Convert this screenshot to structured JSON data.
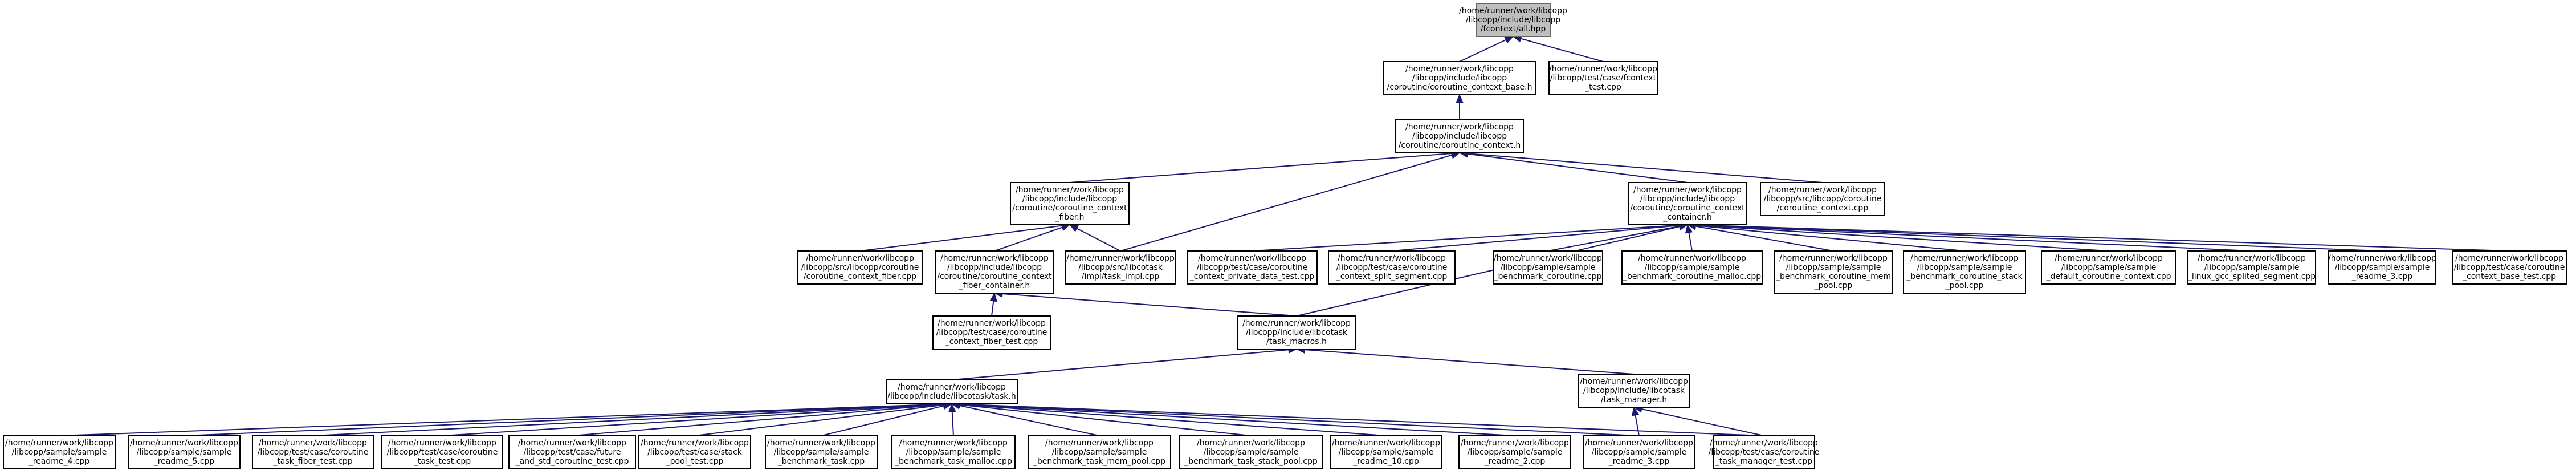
{
  "colors": {
    "edge": "#191970",
    "root_fill": "#bfbfbf",
    "node_stroke": "#000000"
  },
  "nodes": {
    "all_hpp": [
      "/home/runner/work/libcopp",
      "/libcopp/include/libcopp",
      "/fcontext/all.hpp"
    ],
    "ctx_base_h": [
      "/home/runner/work/libcopp",
      "/libcopp/include/libcopp",
      "/coroutine/coroutine_context_base.h"
    ],
    "fcontext_test": [
      "/home/runner/work/libcopp",
      "/libcopp/test/case/fcontext",
      "_test.cpp"
    ],
    "ctx_h": [
      "/home/runner/work/libcopp",
      "/libcopp/include/libcopp",
      "/coroutine/coroutine_context.h"
    ],
    "fiber_h": [
      "/home/runner/work/libcopp",
      "/libcopp/include/libcopp",
      "/coroutine/coroutine_context",
      "_fiber.h"
    ],
    "container_h": [
      "/home/runner/work/libcopp",
      "/libcopp/include/libcopp",
      "/coroutine/coroutine_context",
      "_container.h"
    ],
    "ctx_cpp": [
      "/home/runner/work/libcopp",
      "/libcopp/src/libcopp/coroutine",
      "/coroutine_context.cpp"
    ],
    "fiber_cpp": [
      "/home/runner/work/libcopp",
      "/libcopp/src/libcopp/coroutine",
      "/coroutine_context_fiber.cpp"
    ],
    "fiber_container_h": [
      "/home/runner/work/libcopp",
      "/libcopp/include/libcopp",
      "/coroutine/coroutine_context",
      "_fiber_container.h"
    ],
    "task_impl_cpp": [
      "/home/runner/work/libcopp",
      "/libcopp/src/libcotask",
      "/impl/task_impl.cpp"
    ],
    "private_data_test": [
      "/home/runner/work/libcopp",
      "/libcopp/test/case/coroutine",
      "_context_private_data_test.cpp"
    ],
    "split_segment_test": [
      "/home/runner/work/libcopp",
      "/libcopp/test/case/coroutine",
      "_context_split_segment.cpp"
    ],
    "bench_coroutine": [
      "/home/runner/work/libcopp",
      "/libcopp/sample/sample",
      "_benchmark_coroutine.cpp"
    ],
    "bench_malloc": [
      "/home/runner/work/libcopp",
      "/libcopp/sample/sample",
      "_benchmark_coroutine_malloc.cpp"
    ],
    "bench_mem_pool": [
      "/home/runner/work/libcopp",
      "/libcopp/sample/sample",
      "_benchmark_coroutine_mem",
      "_pool.cpp"
    ],
    "bench_stack_pool": [
      "/home/runner/work/libcopp",
      "/libcopp/sample/sample",
      "_benchmark_coroutine_stack",
      "_pool.cpp"
    ],
    "default_ctx": [
      "/home/runner/work/libcopp",
      "/libcopp/sample/sample",
      "_default_coroutine_context.cpp"
    ],
    "linux_gcc": [
      "/home/runner/work/libcopp",
      "/libcopp/sample/sample",
      "_linux_gcc_splited_segment.cpp"
    ],
    "readme_3": [
      "/home/runner/work/libcopp",
      "/libcopp/sample/sample",
      "_readme_3.cpp"
    ],
    "ctx_base_test": [
      "/home/runner/work/libcopp",
      "/libcopp/test/case/coroutine",
      "_context_base_test.cpp"
    ],
    "fiber_test": [
      "/home/runner/work/libcopp",
      "/libcopp/test/case/coroutine",
      "_context_fiber_test.cpp"
    ],
    "task_macros_h": [
      "/home/runner/work/libcopp",
      "/libcopp/include/libcotask",
      "/task_macros.h"
    ],
    "task_h": [
      "/home/runner/work/libcopp",
      "/libcopp/include/libcotask/task.h"
    ],
    "task_manager_h": [
      "/home/runner/work/libcopp",
      "/libcopp/include/libcotask",
      "/task_manager.h"
    ],
    "readme_4": [
      "/home/runner/work/libcopp",
      "/libcopp/sample/sample",
      "_readme_4.cpp"
    ],
    "readme_5": [
      "/home/runner/work/libcopp",
      "/libcopp/sample/sample",
      "_readme_5.cpp"
    ],
    "task_fiber_test": [
      "/home/runner/work/libcopp",
      "/libcopp/test/case/coroutine",
      "_task_fiber_test.cpp"
    ],
    "task_test": [
      "/home/runner/work/libcopp",
      "/libcopp/test/case/coroutine",
      "_task_test.cpp"
    ],
    "future_test": [
      "/home/runner/work/libcopp",
      "/libcopp/test/case/future",
      "_and_std_coroutine_test.cpp"
    ],
    "stack_pool_test": [
      "/home/runner/work/libcopp",
      "/libcopp/test/case/stack",
      "_pool_test.cpp"
    ],
    "bench_task": [
      "/home/runner/work/libcopp",
      "/libcopp/sample/sample",
      "_benchmark_task.cpp"
    ],
    "bench_task_malloc": [
      "/home/runner/work/libcopp",
      "/libcopp/sample/sample",
      "_benchmark_task_malloc.cpp"
    ],
    "bench_task_mem_pool": [
      "/home/runner/work/libcopp",
      "/libcopp/sample/sample",
      "_benchmark_task_mem_pool.cpp"
    ],
    "bench_task_stack_pool": [
      "/home/runner/work/libcopp",
      "/libcopp/sample/sample",
      "_benchmark_task_stack_pool.cpp"
    ],
    "readme_10": [
      "/home/runner/work/libcopp",
      "/libcopp/sample/sample",
      "_readme_10.cpp"
    ],
    "readme_2": [
      "/home/runner/work/libcopp",
      "/libcopp/sample/sample",
      "_readme_2.cpp"
    ],
    "readme_3b": [
      "/home/runner/work/libcopp",
      "/libcopp/sample/sample",
      "_readme_3.cpp"
    ],
    "task_manager_test": [
      "/home/runner/work/libcopp",
      "/libcopp/test/case/coroutine",
      "_task_manager_test.cpp"
    ]
  },
  "edges": [
    [
      "ctx_base_h",
      "all_hpp"
    ],
    [
      "fcontext_test",
      "all_hpp"
    ],
    [
      "ctx_h",
      "ctx_base_h"
    ],
    [
      "fiber_h",
      "ctx_h"
    ],
    [
      "container_h",
      "ctx_h"
    ],
    [
      "ctx_cpp",
      "ctx_h"
    ],
    [
      "task_impl_cpp",
      "ctx_h"
    ],
    [
      "fiber_cpp",
      "fiber_h"
    ],
    [
      "fiber_container_h",
      "fiber_h"
    ],
    [
      "task_impl_cpp",
      "fiber_h"
    ],
    [
      "fiber_test",
      "fiber_container_h"
    ],
    [
      "task_macros_h",
      "fiber_container_h"
    ],
    [
      "private_data_test",
      "container_h"
    ],
    [
      "split_segment_test",
      "container_h"
    ],
    [
      "bench_coroutine",
      "container_h"
    ],
    [
      "bench_malloc",
      "container_h"
    ],
    [
      "bench_mem_pool",
      "container_h"
    ],
    [
      "bench_stack_pool",
      "container_h"
    ],
    [
      "default_ctx",
      "container_h"
    ],
    [
      "linux_gcc",
      "container_h"
    ],
    [
      "readme_3",
      "container_h"
    ],
    [
      "ctx_base_test",
      "container_h"
    ],
    [
      "task_macros_h",
      "container_h"
    ],
    [
      "task_h",
      "task_macros_h"
    ],
    [
      "task_manager_h",
      "task_macros_h"
    ],
    [
      "readme_4",
      "task_h"
    ],
    [
      "readme_5",
      "task_h"
    ],
    [
      "task_fiber_test",
      "task_h"
    ],
    [
      "task_test",
      "task_h"
    ],
    [
      "future_test",
      "task_h"
    ],
    [
      "stack_pool_test",
      "task_h"
    ],
    [
      "bench_task",
      "task_h"
    ],
    [
      "bench_task_malloc",
      "task_h"
    ],
    [
      "bench_task_mem_pool",
      "task_h"
    ],
    [
      "bench_task_stack_pool",
      "task_h"
    ],
    [
      "readme_10",
      "task_h"
    ],
    [
      "readme_2",
      "task_h"
    ],
    [
      "readme_3b",
      "task_h"
    ],
    [
      "task_manager_test",
      "task_h"
    ],
    [
      "readme_3b",
      "task_manager_h"
    ],
    [
      "task_manager_test",
      "task_manager_h"
    ]
  ]
}
